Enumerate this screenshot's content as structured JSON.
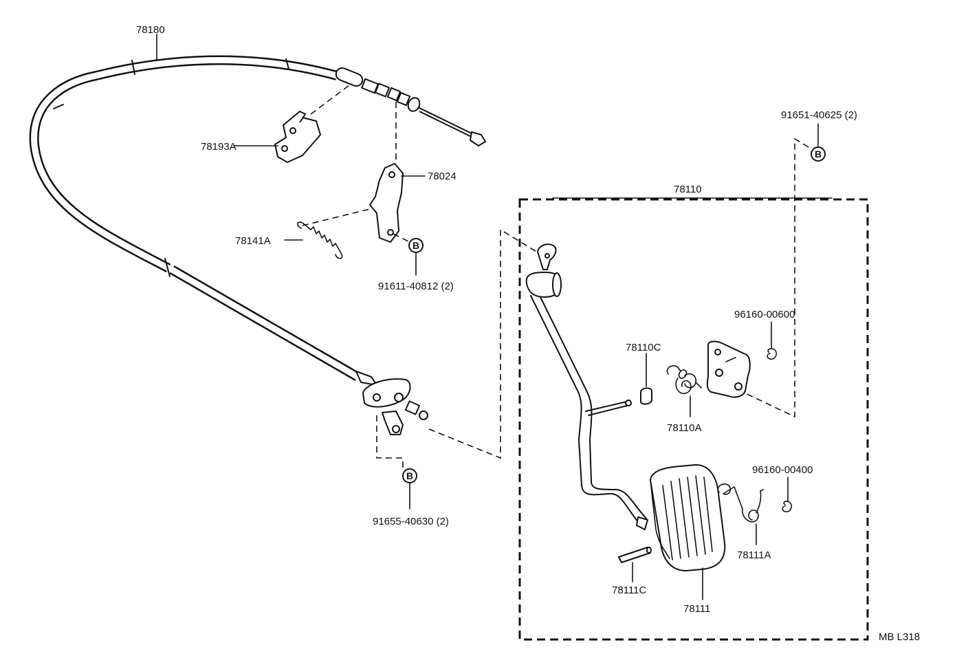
{
  "diagram": {
    "drawing_code": "MB L318",
    "callout_symbol": "B",
    "labels": {
      "cable": "78180",
      "cable_clamp": "78193A",
      "cable_bracket": "78024",
      "return_spring_a": "78141A",
      "bolt_upper": "91611-40812 (2)",
      "bolt_lower": "91655-40630 (2)",
      "pedal_assembly": "78110",
      "bolt_right": "91651-40625 (2)",
      "clip_upper": "96160-00600",
      "bushing": "78110C",
      "torsion_spring": "78110A",
      "clip_lower": "96160-00400",
      "pad_spring": "78111A",
      "pad_pin": "78111C",
      "pedal_pad": "78111"
    }
  }
}
